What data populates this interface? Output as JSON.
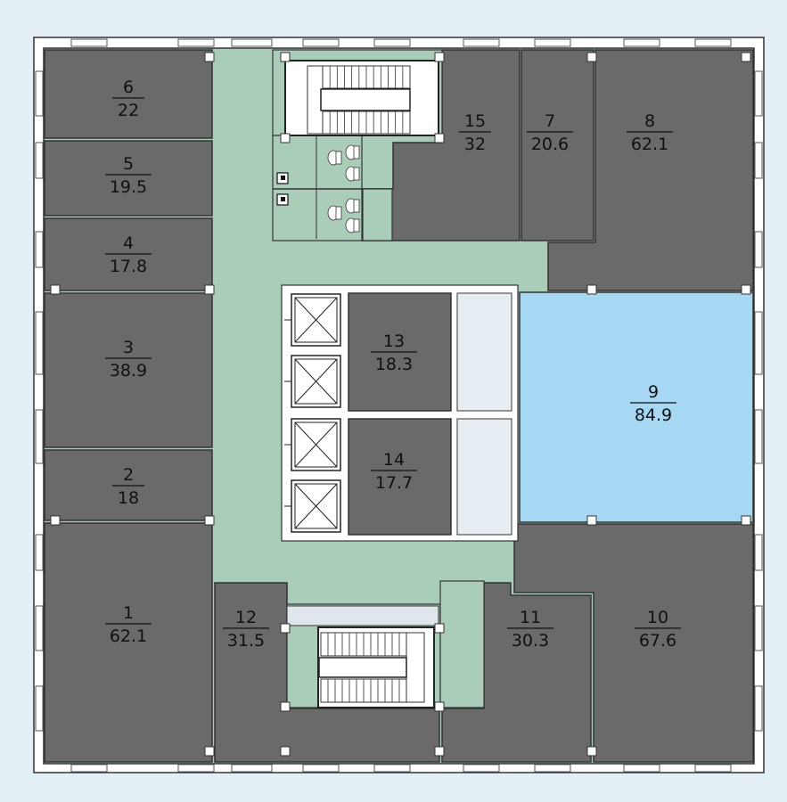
{
  "colors": {
    "background": "#e3eef5",
    "outer_wall": "#ffffff",
    "wall_outline": "#333333",
    "room_fill": "#6a6a6a",
    "corridor_fill": "#a9cdb9",
    "selected_room_fill": "#a6d7f3",
    "core_fill": "#ffffff",
    "shaft_fill": "#e6eef3"
  },
  "selected_room": "9",
  "rooms": [
    {
      "number": "1",
      "area": "62.1"
    },
    {
      "number": "2",
      "area": "18"
    },
    {
      "number": "3",
      "area": "38.9"
    },
    {
      "number": "4",
      "area": "17.8"
    },
    {
      "number": "5",
      "area": "19.5"
    },
    {
      "number": "6",
      "area": "22"
    },
    {
      "number": "7",
      "area": "20.6"
    },
    {
      "number": "8",
      "area": "62.1"
    },
    {
      "number": "9",
      "area": "84.9"
    },
    {
      "number": "10",
      "area": "67.6"
    },
    {
      "number": "11",
      "area": "30.3"
    },
    {
      "number": "12",
      "area": "31.5"
    },
    {
      "number": "13",
      "area": "18.3"
    },
    {
      "number": "14",
      "area": "17.7"
    },
    {
      "number": "15",
      "area": "32"
    }
  ],
  "icons": {
    "elevator": "elevator-icon",
    "stair": "staircase-icon",
    "toilet": "toilet-icon",
    "column": "column-marker-icon"
  }
}
